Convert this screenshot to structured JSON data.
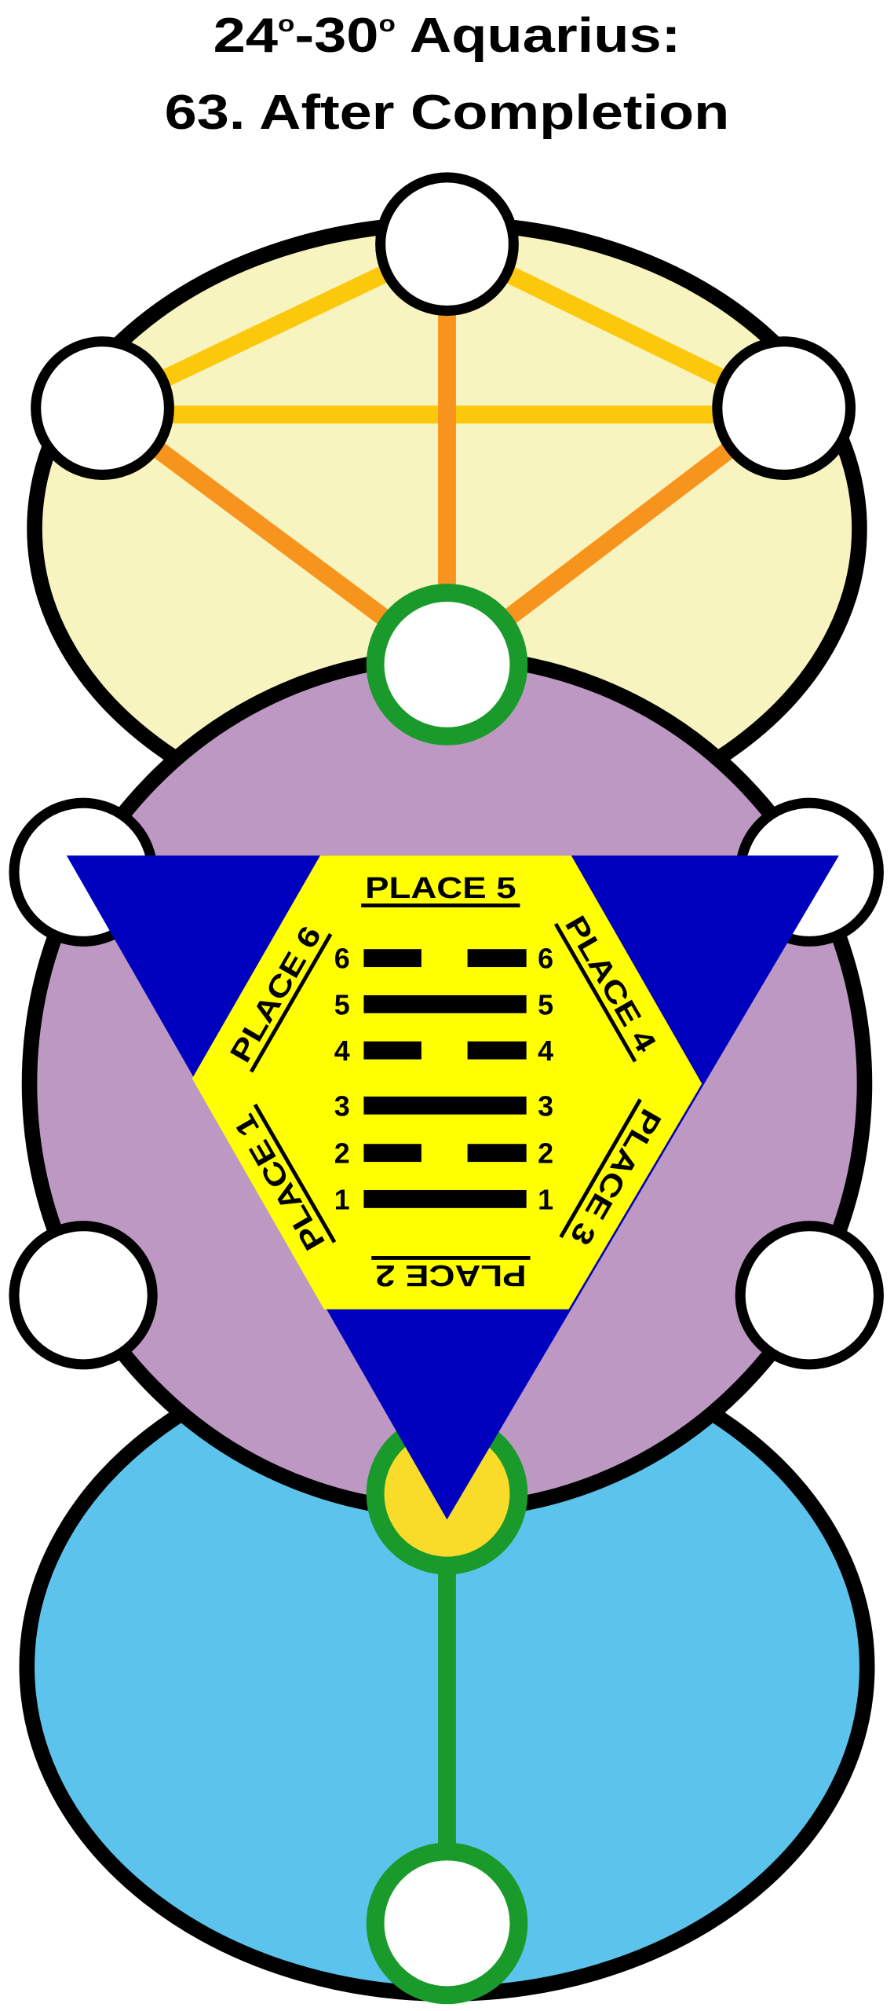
{
  "title": {
    "line1_parts": [
      "24",
      "o",
      "-30",
      "o",
      " Aquarius:"
    ],
    "line2": "63. After Completion"
  },
  "hexagram": {
    "lines_bottom_to_top": [
      "yang",
      "yin",
      "yang",
      "yin",
      "yang",
      "yin"
    ],
    "numbers": [
      "1",
      "2",
      "3",
      "4",
      "5",
      "6"
    ]
  },
  "places": {
    "place1": "PLACE 1",
    "place2": "PLACE 2",
    "place3": "PLACE 3",
    "place4": "PLACE 4",
    "place5": "PLACE 5",
    "place6": "PLACE 6"
  },
  "colors": {
    "upper_sphere": "#f8f4c0",
    "middle_sphere": "#bc98c2",
    "lower_sphere": "#5cc4ec",
    "triangle": "#0000bf",
    "hexagon": "#ffff00",
    "path_yellow": "#fcc80c",
    "path_orange": "#f7941d",
    "path_green": "#1a9a2a",
    "node_yellow": "#f9dc2a"
  }
}
